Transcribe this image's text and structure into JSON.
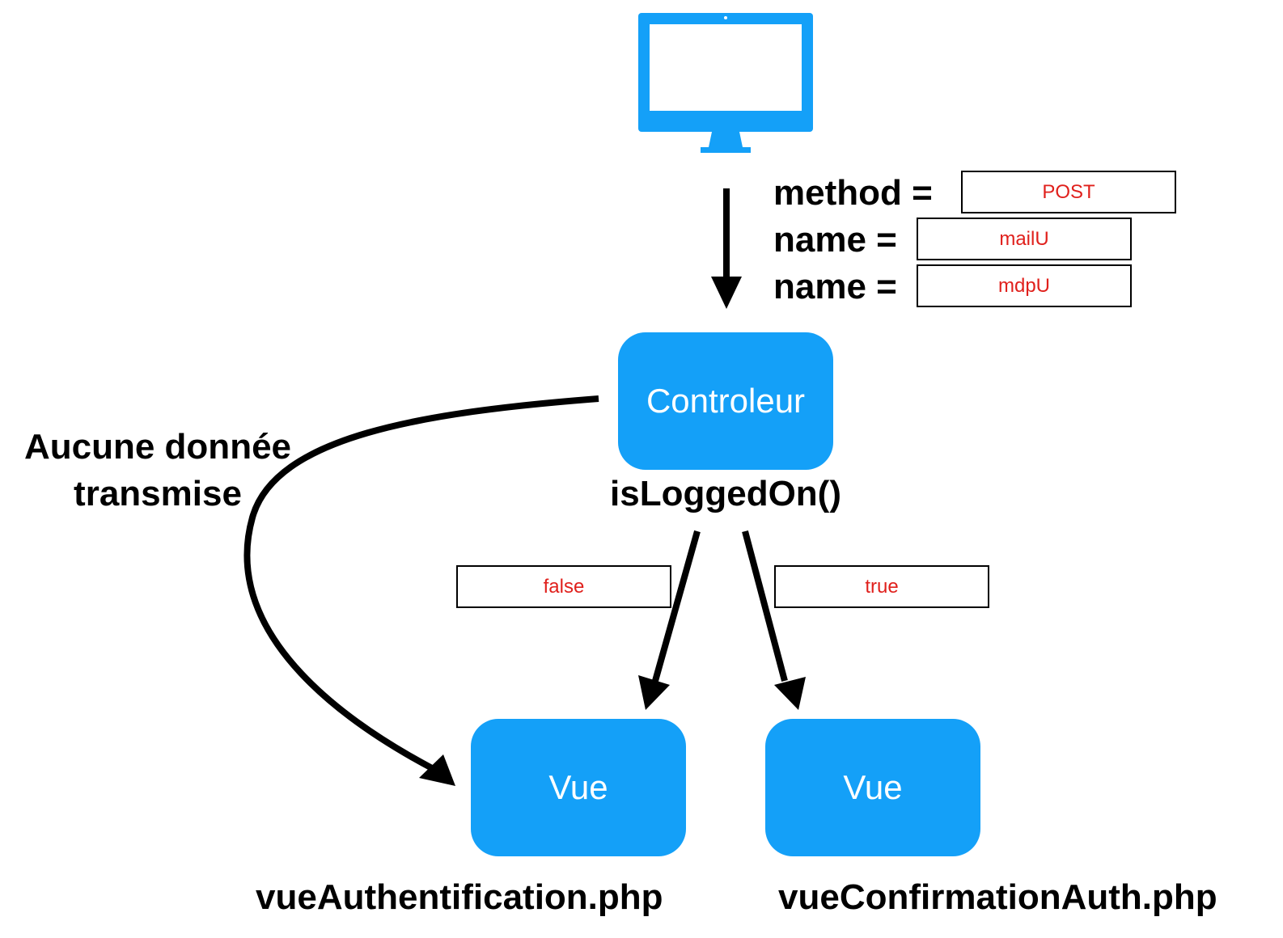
{
  "colors": {
    "accent": "#14a0f8",
    "param_text": "#e0201c",
    "arrow": "#000000"
  },
  "client": {
    "icon": "monitor-icon"
  },
  "request": {
    "rows": [
      {
        "label": "method =",
        "value": "POST"
      },
      {
        "label": "name =",
        "value": "mailU"
      },
      {
        "label": "name =",
        "value": "mdpU"
      }
    ]
  },
  "controller": {
    "label": "Controleur",
    "function": "isLoggedOn()"
  },
  "branches": {
    "false_label": "false",
    "true_label": "true"
  },
  "no_data_note": {
    "line1": "Aucune donnée",
    "line2": "transmise"
  },
  "views": [
    {
      "label": "Vue",
      "file": "vueAuthentification.php"
    },
    {
      "label": "Vue",
      "file": "vueConfirmationAuth.php"
    }
  ]
}
